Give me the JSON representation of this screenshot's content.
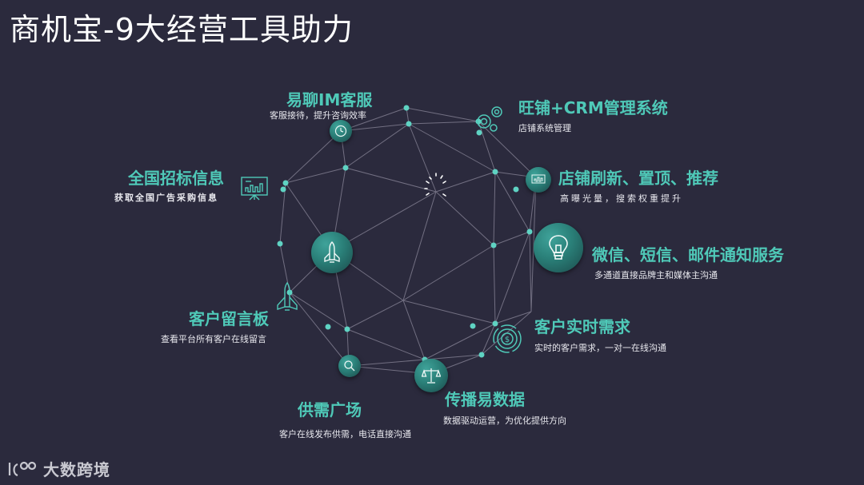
{
  "page": {
    "title": "商机宝-9大经营工具助力"
  },
  "features": [
    {
      "title": "易聊IM客服",
      "subtitle": "客服接待，提升咨询效率",
      "icon": "clock-icon"
    },
    {
      "title": "旺铺+CRM管理系统",
      "subtitle": "店铺系统管理",
      "icon": "gears-icon"
    },
    {
      "title": "全国招标信息",
      "subtitle": "获取全国广告采购信息",
      "icon": "presentation-chart-icon"
    },
    {
      "title": "店铺刷新、置顶、推荐",
      "subtitle": "高曝光量，搜索权重提升",
      "icon": "presentation-chart-icon"
    },
    {
      "title": "微信、短信、邮件通知服务",
      "subtitle": "多通道直接品牌主和媒体主沟通",
      "icon": "lightbulb-icon"
    },
    {
      "title": "客户留言板",
      "subtitle": "查看平台所有客户在线留言",
      "icon": "rocket-icon"
    },
    {
      "title": "客户实时需求",
      "subtitle": "实时的客户需求，一对一在线沟通",
      "icon": "dollar-target-icon"
    },
    {
      "title": "供需广场",
      "subtitle": "客户在线发布供需，电话直接沟通",
      "icon": "search-icon"
    },
    {
      "title": "传播易数据",
      "subtitle": "数据驱动运营，为优化提供方向",
      "icon": "scales-icon"
    }
  ],
  "footer": {
    "logo_text": "大数跨境",
    "logo_mark": "100"
  },
  "colors": {
    "background": "#2b2a3d",
    "accent": "#4fc9b8",
    "line": "#8a8799"
  }
}
